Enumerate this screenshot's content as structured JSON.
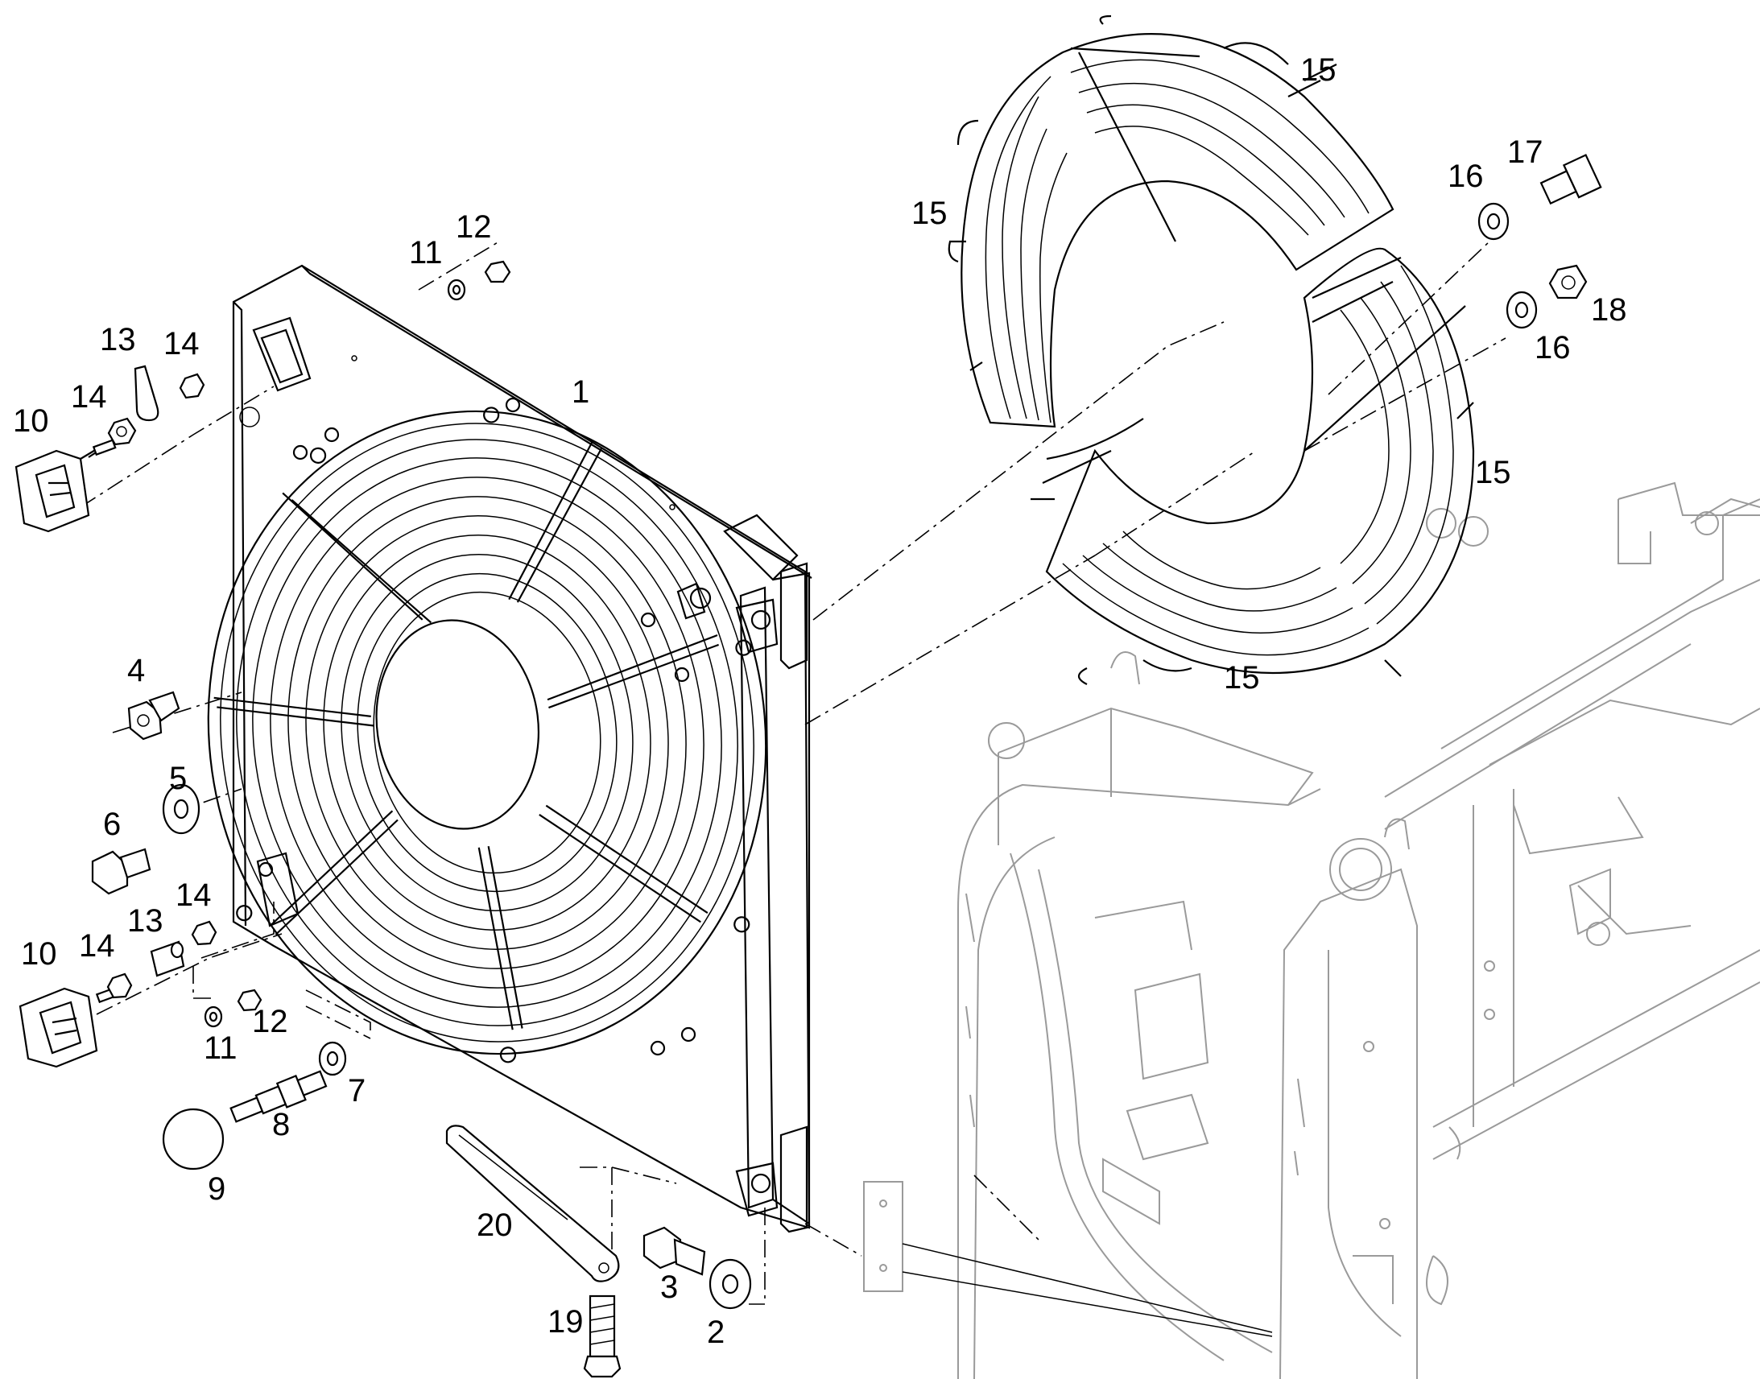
{
  "callouts": {
    "c1": "1",
    "c2": "2",
    "c3": "3",
    "c4": "4",
    "c5": "5",
    "c6": "6",
    "c7": "7",
    "c8": "8",
    "c9": "9",
    "c10a": "10",
    "c10b": "10",
    "c11a": "11",
    "c11b": "11",
    "c12a": "12",
    "c12b": "12",
    "c13a": "13",
    "c13b": "13",
    "c14a": "14",
    "c14b": "14",
    "c14c": "14",
    "c14d": "14",
    "c15a": "15",
    "c15b": "15",
    "c15c": "15",
    "c15d": "15",
    "c16a": "16",
    "c16b": "16",
    "c17": "17",
    "c18": "18",
    "c19": "19",
    "c20": "20"
  },
  "colors": {
    "ink": "#000000",
    "ghost_frame": "#9a9a9a",
    "background": "#ffffff"
  }
}
